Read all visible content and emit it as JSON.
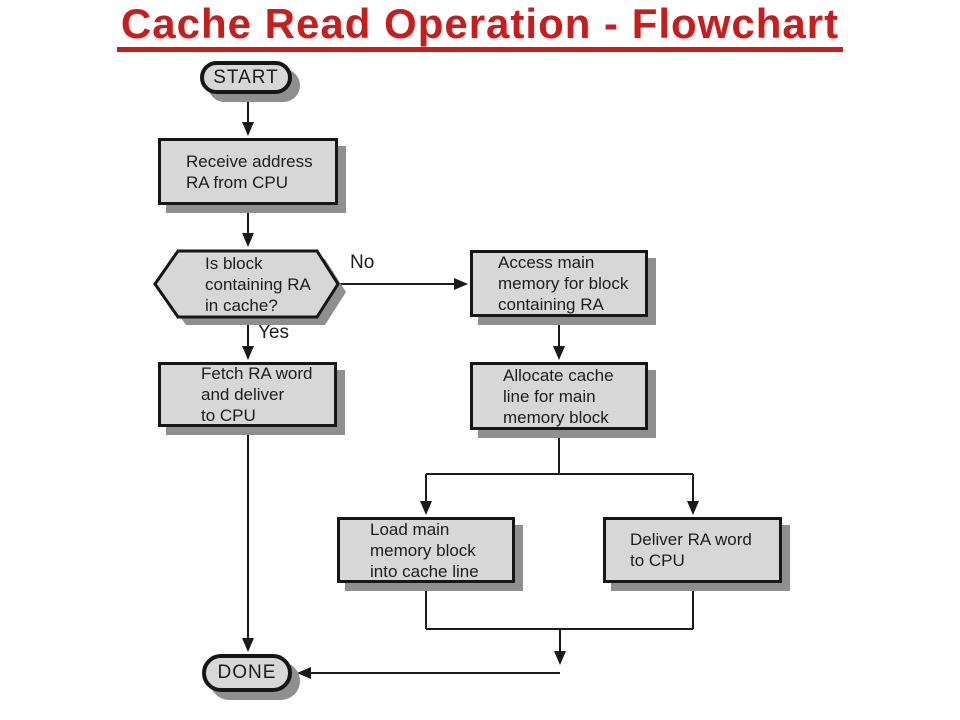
{
  "title": "Cache Read Operation - Flowchart",
  "colors": {
    "title_accent": "#cc1b1b",
    "node_fill": "#d7d7d7",
    "node_border": "#161616",
    "node_shadow": "#8f8f8f",
    "connector": "#1a1a1a",
    "background": "#ffffff"
  },
  "flowchart": {
    "nodes": {
      "start": {
        "label": "START"
      },
      "receive": {
        "lines": [
          "Receive address",
          "RA from CPU"
        ]
      },
      "decision": {
        "lines": [
          "Is block",
          "containing RA",
          "in cache?"
        ]
      },
      "access": {
        "lines": [
          "Access main",
          "memory for block",
          "containing RA"
        ]
      },
      "fetch": {
        "lines": [
          "Fetch RA word",
          "and deliver",
          "to CPU"
        ]
      },
      "allocate": {
        "lines": [
          "Allocate cache",
          "line for main",
          "memory block"
        ]
      },
      "load": {
        "lines": [
          "Load main",
          "memory block",
          "into cache line"
        ]
      },
      "deliver": {
        "lines": [
          "Deliver RA word",
          "to CPU"
        ]
      },
      "done": {
        "label": "DONE"
      }
    },
    "labels": {
      "no": "No",
      "yes": "Yes"
    }
  }
}
